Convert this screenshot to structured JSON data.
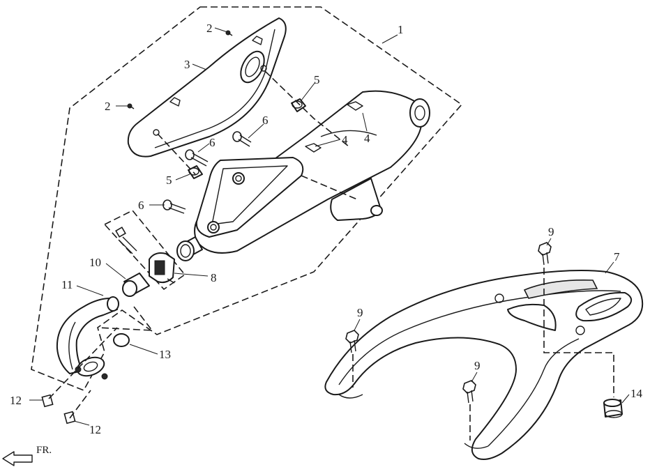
{
  "callouts": {
    "c1": "1",
    "c2a": "2",
    "c2b": "2",
    "c3": "3",
    "c4a": "4",
    "c4b": "4",
    "c5a": "5",
    "c5b": "5",
    "c6a": "6",
    "c6b": "6",
    "c6c": "6",
    "c7": "7",
    "c8": "8",
    "c9a": "9",
    "c9b": "9",
    "c9c": "9",
    "c10": "10",
    "c11": "11",
    "c12a": "12",
    "c12b": "12",
    "c13": "13",
    "c14": "14"
  },
  "direction": {
    "label": "FR."
  }
}
